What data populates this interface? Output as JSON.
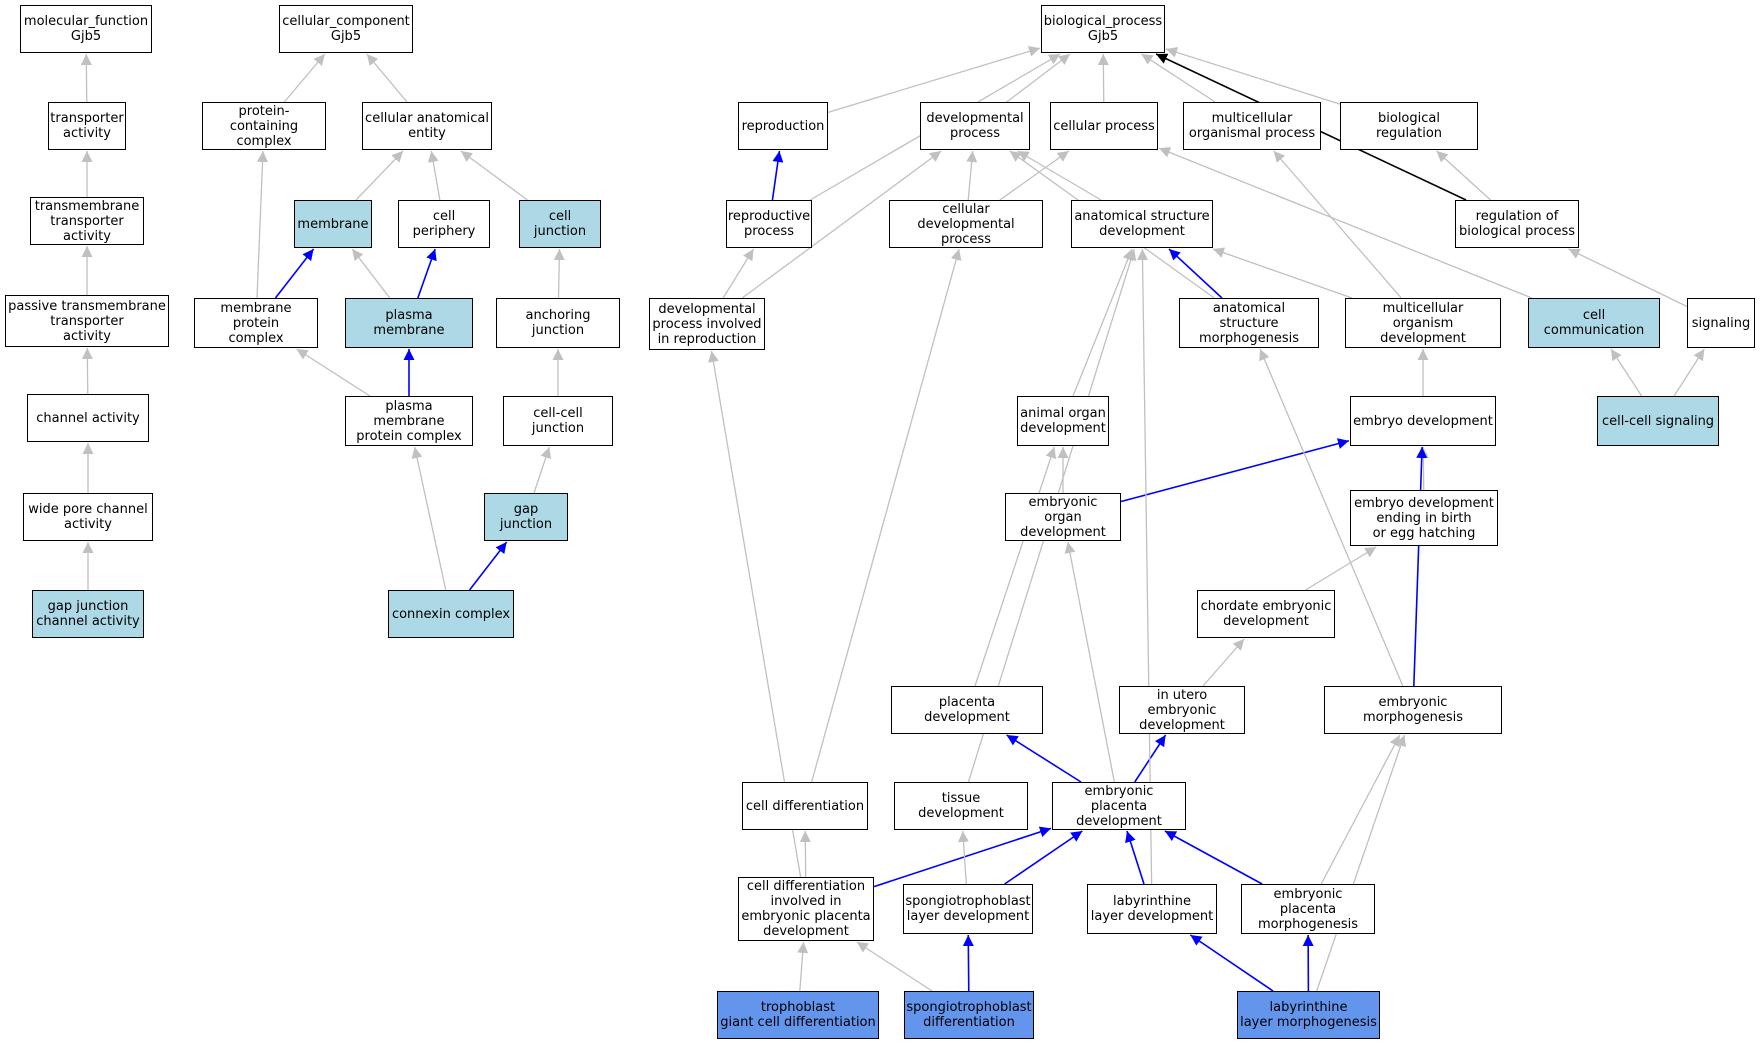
{
  "colors": {
    "plain": "#ffffff",
    "light": "#add8e6",
    "blue": "#6495ed",
    "edge_gray": "#c0c0c0",
    "edge_blue": "#0000ff",
    "edge_black": "#000000"
  },
  "nodes": [
    {
      "id": "mf",
      "label": "molecular_function\nGjb5",
      "fill": "plain"
    },
    {
      "id": "ta",
      "label": "transporter\nactivity",
      "fill": "plain"
    },
    {
      "id": "tmta",
      "label": "transmembrane\ntransporter\nactivity",
      "fill": "plain"
    },
    {
      "id": "ptta",
      "label": "passive transmembrane\ntransporter\nactivity",
      "fill": "plain"
    },
    {
      "id": "ca",
      "label": "channel activity",
      "fill": "plain"
    },
    {
      "id": "wpca",
      "label": "wide pore channel\nactivity",
      "fill": "plain"
    },
    {
      "id": "gjca",
      "label": "gap junction\nchannel activity",
      "fill": "light"
    },
    {
      "id": "cc",
      "label": "cellular_component\nGjb5",
      "fill": "plain"
    },
    {
      "id": "pcc",
      "label": "protein-containing\ncomplex",
      "fill": "plain"
    },
    {
      "id": "cae",
      "label": "cellular anatomical\nentity",
      "fill": "plain"
    },
    {
      "id": "mem",
      "label": "membrane",
      "fill": "light"
    },
    {
      "id": "cp",
      "label": "cell periphery",
      "fill": "plain"
    },
    {
      "id": "cj",
      "label": "cell junction",
      "fill": "light"
    },
    {
      "id": "mpc",
      "label": "membrane protein\ncomplex",
      "fill": "plain"
    },
    {
      "id": "pm",
      "label": "plasma membrane",
      "fill": "light"
    },
    {
      "id": "aj",
      "label": "anchoring junction",
      "fill": "plain"
    },
    {
      "id": "pmpc",
      "label": "plasma membrane\nprotein complex",
      "fill": "plain"
    },
    {
      "id": "ccj",
      "label": "cell-cell junction",
      "fill": "plain"
    },
    {
      "id": "gj",
      "label": "gap junction",
      "fill": "light"
    },
    {
      "id": "cx",
      "label": "connexin complex",
      "fill": "light"
    },
    {
      "id": "bp",
      "label": "biological_process\nGjb5",
      "fill": "plain"
    },
    {
      "id": "rep",
      "label": "reproduction",
      "fill": "plain"
    },
    {
      "id": "dp",
      "label": "developmental\nprocess",
      "fill": "plain"
    },
    {
      "id": "cellp",
      "label": "cellular process",
      "fill": "plain"
    },
    {
      "id": "mop",
      "label": "multicellular\norganismal process",
      "fill": "plain"
    },
    {
      "id": "br",
      "label": "biological regulation",
      "fill": "plain"
    },
    {
      "id": "rp",
      "label": "reproductive\nprocess",
      "fill": "plain"
    },
    {
      "id": "cdp",
      "label": "cellular developmental\nprocess",
      "fill": "plain"
    },
    {
      "id": "asd",
      "label": "anatomical structure\ndevelopment",
      "fill": "plain"
    },
    {
      "id": "rbp",
      "label": "regulation of\nbiological process",
      "fill": "plain"
    },
    {
      "id": "dpir",
      "label": "developmental\nprocess involved\nin reproduction",
      "fill": "plain"
    },
    {
      "id": "asm",
      "label": "anatomical structure\nmorphogenesis",
      "fill": "plain"
    },
    {
      "id": "mod",
      "label": "multicellular\norganism development",
      "fill": "plain"
    },
    {
      "id": "ccom",
      "label": "cell communication",
      "fill": "light"
    },
    {
      "id": "sig",
      "label": "signaling",
      "fill": "plain"
    },
    {
      "id": "aod",
      "label": "animal organ\ndevelopment",
      "fill": "plain"
    },
    {
      "id": "ed",
      "label": "embryo development",
      "fill": "plain"
    },
    {
      "id": "ccs",
      "label": "cell-cell signaling",
      "fill": "light"
    },
    {
      "id": "eod",
      "label": "embryonic organ\ndevelopment",
      "fill": "plain"
    },
    {
      "id": "edeb",
      "label": "embryo development\nending in birth\nor egg hatching",
      "fill": "plain"
    },
    {
      "id": "ced",
      "label": "chordate embryonic\ndevelopment",
      "fill": "plain"
    },
    {
      "id": "pd",
      "label": "placenta development",
      "fill": "plain"
    },
    {
      "id": "iued",
      "label": "in utero embryonic\ndevelopment",
      "fill": "plain"
    },
    {
      "id": "em",
      "label": "embryonic morphogenesis",
      "fill": "plain"
    },
    {
      "id": "cdiff",
      "label": "cell differentiation",
      "fill": "plain"
    },
    {
      "id": "td",
      "label": "tissue development",
      "fill": "plain"
    },
    {
      "id": "epd",
      "label": "embryonic placenta\ndevelopment",
      "fill": "plain"
    },
    {
      "id": "cdiepd",
      "label": "cell differentiation\ninvolved in\nembryonic placenta\ndevelopment",
      "fill": "plain"
    },
    {
      "id": "sld",
      "label": "spongiotrophoblast\nlayer development",
      "fill": "plain"
    },
    {
      "id": "lld",
      "label": "labyrinthine\nlayer development",
      "fill": "plain"
    },
    {
      "id": "epm",
      "label": "embryonic placenta\nmorphogenesis",
      "fill": "plain"
    },
    {
      "id": "tgcd",
      "label": "trophoblast\ngiant cell differentiation",
      "fill": "blue"
    },
    {
      "id": "sdiff",
      "label": "spongiotrophoblast\ndifferentiation",
      "fill": "blue"
    },
    {
      "id": "llm",
      "label": "labyrinthine\nlayer morphogenesis",
      "fill": "blue"
    }
  ],
  "edges": [
    {
      "from": "ta",
      "to": "mf",
      "color": "gray"
    },
    {
      "from": "tmta",
      "to": "ta",
      "color": "gray"
    },
    {
      "from": "ptta",
      "to": "tmta",
      "color": "gray"
    },
    {
      "from": "ca",
      "to": "ptta",
      "color": "gray"
    },
    {
      "from": "wpca",
      "to": "ca",
      "color": "gray"
    },
    {
      "from": "gjca",
      "to": "wpca",
      "color": "gray"
    },
    {
      "from": "pcc",
      "to": "cc",
      "color": "gray"
    },
    {
      "from": "cae",
      "to": "cc",
      "color": "gray"
    },
    {
      "from": "mem",
      "to": "cae",
      "color": "gray"
    },
    {
      "from": "cp",
      "to": "cae",
      "color": "gray"
    },
    {
      "from": "cj",
      "to": "cae",
      "color": "gray"
    },
    {
      "from": "mpc",
      "to": "pcc",
      "color": "gray"
    },
    {
      "from": "mpc",
      "to": "mem",
      "color": "blue"
    },
    {
      "from": "pm",
      "to": "mem",
      "color": "gray"
    },
    {
      "from": "pm",
      "to": "cp",
      "color": "blue"
    },
    {
      "from": "aj",
      "to": "cj",
      "color": "gray"
    },
    {
      "from": "pmpc",
      "to": "mpc",
      "color": "gray"
    },
    {
      "from": "pmpc",
      "to": "pm",
      "color": "blue"
    },
    {
      "from": "ccj",
      "to": "aj",
      "color": "gray"
    },
    {
      "from": "gj",
      "to": "ccj",
      "color": "gray"
    },
    {
      "from": "cx",
      "to": "pmpc",
      "color": "gray"
    },
    {
      "from": "cx",
      "to": "gj",
      "color": "blue"
    },
    {
      "from": "rep",
      "to": "bp",
      "color": "gray"
    },
    {
      "from": "dp",
      "to": "bp",
      "color": "gray"
    },
    {
      "from": "cellp",
      "to": "bp",
      "color": "gray"
    },
    {
      "from": "mop",
      "to": "bp",
      "color": "gray"
    },
    {
      "from": "br",
      "to": "bp",
      "color": "gray"
    },
    {
      "from": "rp",
      "to": "bp",
      "color": "gray"
    },
    {
      "from": "rbp",
      "to": "bp",
      "color": "black"
    },
    {
      "from": "rp",
      "to": "rep",
      "color": "blue"
    },
    {
      "from": "cdp",
      "to": "dp",
      "color": "gray"
    },
    {
      "from": "cdp",
      "to": "cellp",
      "color": "gray"
    },
    {
      "from": "asd",
      "to": "dp",
      "color": "gray"
    },
    {
      "from": "rbp",
      "to": "br",
      "color": "gray"
    },
    {
      "from": "dpir",
      "to": "rp",
      "color": "gray"
    },
    {
      "from": "dpir",
      "to": "dp",
      "color": "gray"
    },
    {
      "from": "asm",
      "to": "asd",
      "color": "blue"
    },
    {
      "from": "asm",
      "to": "dp",
      "color": "gray"
    },
    {
      "from": "mod",
      "to": "asd",
      "color": "gray"
    },
    {
      "from": "mod",
      "to": "mop",
      "color": "gray"
    },
    {
      "from": "ccom",
      "to": "cellp",
      "color": "gray"
    },
    {
      "from": "sig",
      "to": "rbp",
      "color": "gray"
    },
    {
      "from": "aod",
      "to": "asd",
      "color": "gray"
    },
    {
      "from": "ed",
      "to": "mod",
      "color": "gray"
    },
    {
      "from": "ccs",
      "to": "ccom",
      "color": "gray"
    },
    {
      "from": "ccs",
      "to": "sig",
      "color": "gray"
    },
    {
      "from": "eod",
      "to": "aod",
      "color": "gray"
    },
    {
      "from": "eod",
      "to": "ed",
      "color": "blue"
    },
    {
      "from": "edeb",
      "to": "ed",
      "color": "gray"
    },
    {
      "from": "ced",
      "to": "edeb",
      "color": "gray"
    },
    {
      "from": "pd",
      "to": "aod",
      "color": "gray"
    },
    {
      "from": "iued",
      "to": "ced",
      "color": "gray"
    },
    {
      "from": "em",
      "to": "asm",
      "color": "gray"
    },
    {
      "from": "em",
      "to": "ed",
      "color": "blue"
    },
    {
      "from": "cdiff",
      "to": "cdp",
      "color": "gray"
    },
    {
      "from": "td",
      "to": "asd",
      "color": "gray"
    },
    {
      "from": "epd",
      "to": "pd",
      "color": "blue"
    },
    {
      "from": "epd",
      "to": "iued",
      "color": "blue"
    },
    {
      "from": "epd",
      "to": "eod",
      "color": "gray"
    },
    {
      "from": "cdiepd",
      "to": "cdiff",
      "color": "gray"
    },
    {
      "from": "cdiepd",
      "to": "epd",
      "color": "blue"
    },
    {
      "from": "cdiepd",
      "to": "dpir",
      "color": "gray"
    },
    {
      "from": "sld",
      "to": "td",
      "color": "gray"
    },
    {
      "from": "sld",
      "to": "epd",
      "color": "blue"
    },
    {
      "from": "lld",
      "to": "epd",
      "color": "blue"
    },
    {
      "from": "lld",
      "to": "asd",
      "color": "gray"
    },
    {
      "from": "epm",
      "to": "epd",
      "color": "blue"
    },
    {
      "from": "epm",
      "to": "em",
      "color": "gray"
    },
    {
      "from": "tgcd",
      "to": "cdiepd",
      "color": "gray"
    },
    {
      "from": "sdiff",
      "to": "cdiepd",
      "color": "gray"
    },
    {
      "from": "sdiff",
      "to": "sld",
      "color": "blue"
    },
    {
      "from": "llm",
      "to": "lld",
      "color": "blue"
    },
    {
      "from": "llm",
      "to": "epm",
      "color": "blue"
    },
    {
      "from": "llm",
      "to": "em",
      "color": "gray"
    }
  ]
}
